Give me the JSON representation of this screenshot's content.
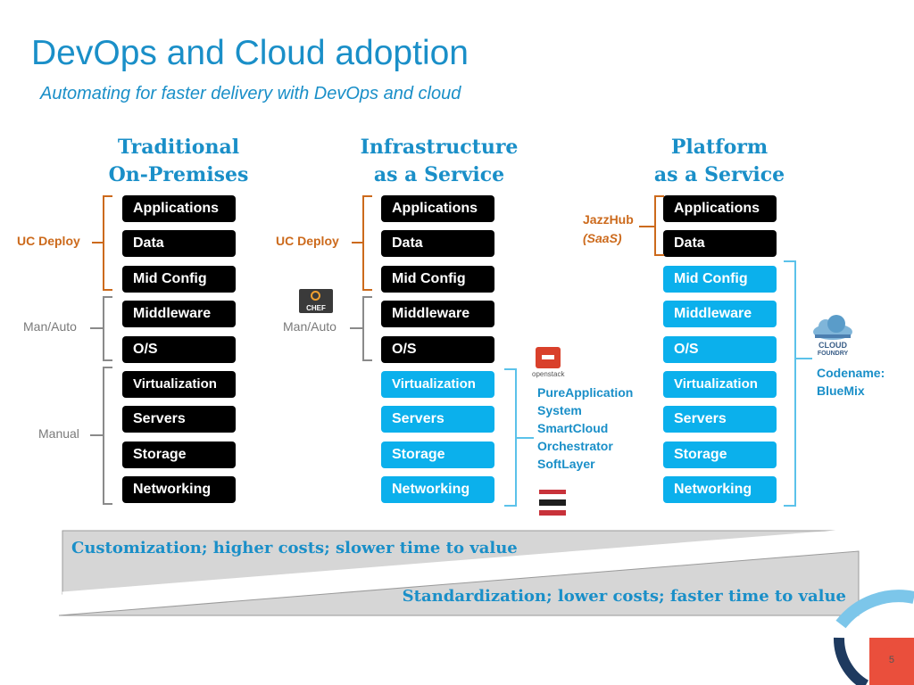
{
  "title": "DevOps and Cloud adoption",
  "subtitle": "Automating for faster delivery with DevOps and cloud",
  "columns": [
    {
      "heading": [
        "Traditional",
        "On-Premises"
      ],
      "layers": [
        "Applications",
        "Data",
        "Mid Config",
        "Middleware",
        "O/S",
        "Virtualization",
        "Servers",
        "Storage",
        "Networking"
      ]
    },
    {
      "heading": [
        "Infrastructure",
        "as a Service"
      ],
      "layers": [
        "Applications",
        "Data",
        "Mid Config",
        "Middleware",
        "O/S",
        "Virtualization",
        "Servers",
        "Storage",
        "Networking"
      ]
    },
    {
      "heading": [
        "Platform",
        "as a Service"
      ],
      "layers": [
        "Applications",
        "Data",
        "Mid Config",
        "Middleware",
        "O/S",
        "Virtualization",
        "Servers",
        "Storage",
        "Networking"
      ]
    }
  ],
  "labels": {
    "uc_deploy": "UC Deploy",
    "man_auto": "Man/Auto",
    "manual": "Manual",
    "jazzhub": "JazzHub",
    "saas": "(SaaS)",
    "iaas_products": [
      "PureApplication",
      "System",
      "SmartCloud",
      "Orchestrator",
      "SoftLayer"
    ],
    "codename": "Codename:",
    "bluemix": "BlueMix"
  },
  "logos": {
    "chef": "CHEF",
    "openstack": "openstack",
    "cloudfoundry_line1": "CLOUD",
    "cloudfoundry_line2": "FOUNDRY"
  },
  "banners": {
    "top": "Customization; higher costs; slower time to value",
    "bottom": "Standardization; lower costs; faster time to value"
  },
  "page_number": "5",
  "colors": {
    "accent_blue": "#1a8fc8",
    "box_blue": "#0bb0ec",
    "orange": "#cc6a1c",
    "gray": "#8a8a8a"
  }
}
